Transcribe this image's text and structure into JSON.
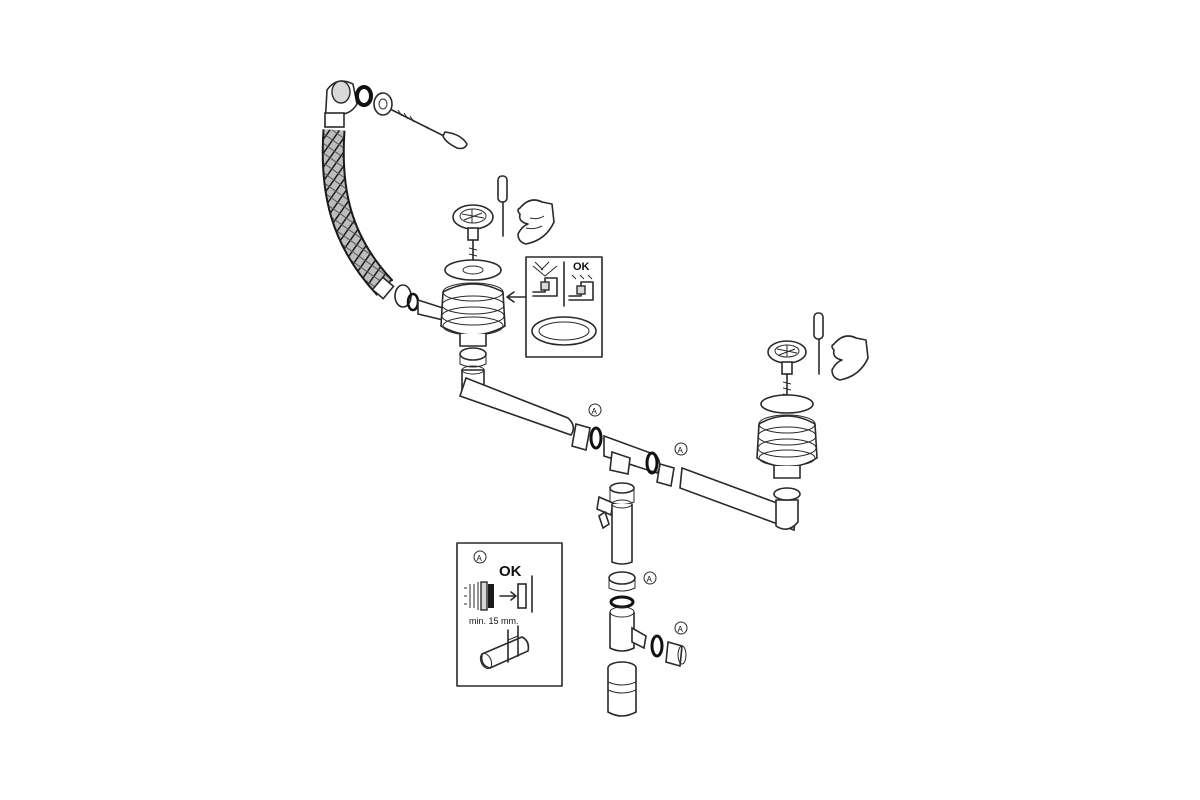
{
  "callout_letter": "A",
  "inset_top": {
    "ok_label": "OK"
  },
  "inset_bottom": {
    "letter": "A",
    "ok_label": "OK",
    "measure_label": "min. 15 mm."
  },
  "colors": {
    "line": "#2a2a2a",
    "ring": "#111111",
    "background": "#ffffff"
  }
}
